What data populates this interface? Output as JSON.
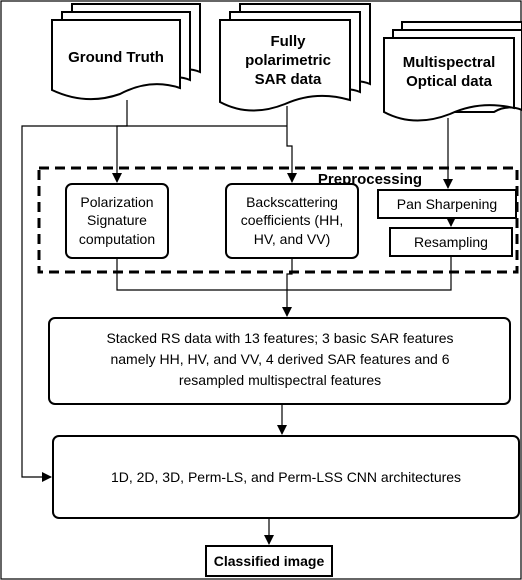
{
  "inputs": {
    "ground_truth": "Ground Truth",
    "sar_line1": "Fully",
    "sar_line2": "polarimetric",
    "sar_line3": "SAR data",
    "optical_line1": "Multispectral",
    "optical_line2": "Optical data"
  },
  "preprocessing": {
    "label": "Preprocessing",
    "polarization_line1": "Polarization",
    "polarization_line2": "Signature",
    "polarization_line3": "computation",
    "backscatter_line1": "Backscattering",
    "backscatter_line2": "coefficients (HH,",
    "backscatter_line3": "HV, and VV)",
    "pan_sharpening": "Pan Sharpening",
    "resampling": "Resampling"
  },
  "stacked": {
    "line1": "Stacked RS data with 13 features; 3 basic SAR features",
    "line2": "namely HH, HV, and VV, 4 derived SAR features and 6",
    "line3": "resampled multispectral features"
  },
  "cnn": {
    "label": "1D, 2D, 3D, Perm-LS, and Perm-LSS CNN architectures"
  },
  "output": {
    "label": "Classified image"
  }
}
